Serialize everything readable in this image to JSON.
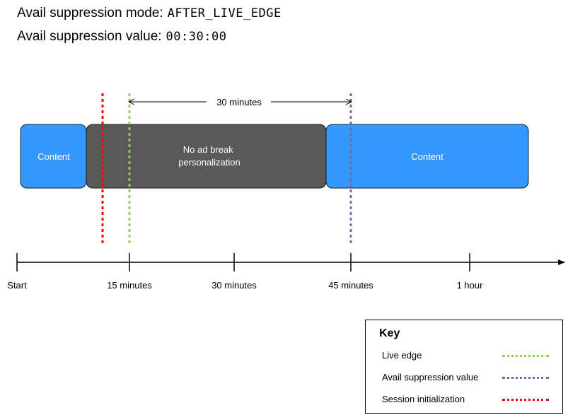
{
  "header": {
    "mode_label": "Avail suppression mode:",
    "mode_value": "AFTER_LIVE_EDGE",
    "value_label": "Avail suppression value:",
    "value_value": "00:30:00"
  },
  "timeline": {
    "segments": [
      {
        "label": "Content",
        "color": "#3399ff"
      },
      {
        "label": "No ad break personalization",
        "color": "#595959"
      },
      {
        "label": "Content",
        "color": "#3399ff"
      }
    ],
    "span_label": "30 minutes",
    "ticks": [
      "Start",
      "15 minutes",
      "30 minutes",
      "45 minutes",
      "1 hour"
    ]
  },
  "key": {
    "title": "Key",
    "items": [
      {
        "label": "Live edge",
        "color": "#92d050"
      },
      {
        "label": "Avail suppression value",
        "color": "#8064a2"
      },
      {
        "label": "Session initialization",
        "color": "#ff0000"
      }
    ]
  }
}
